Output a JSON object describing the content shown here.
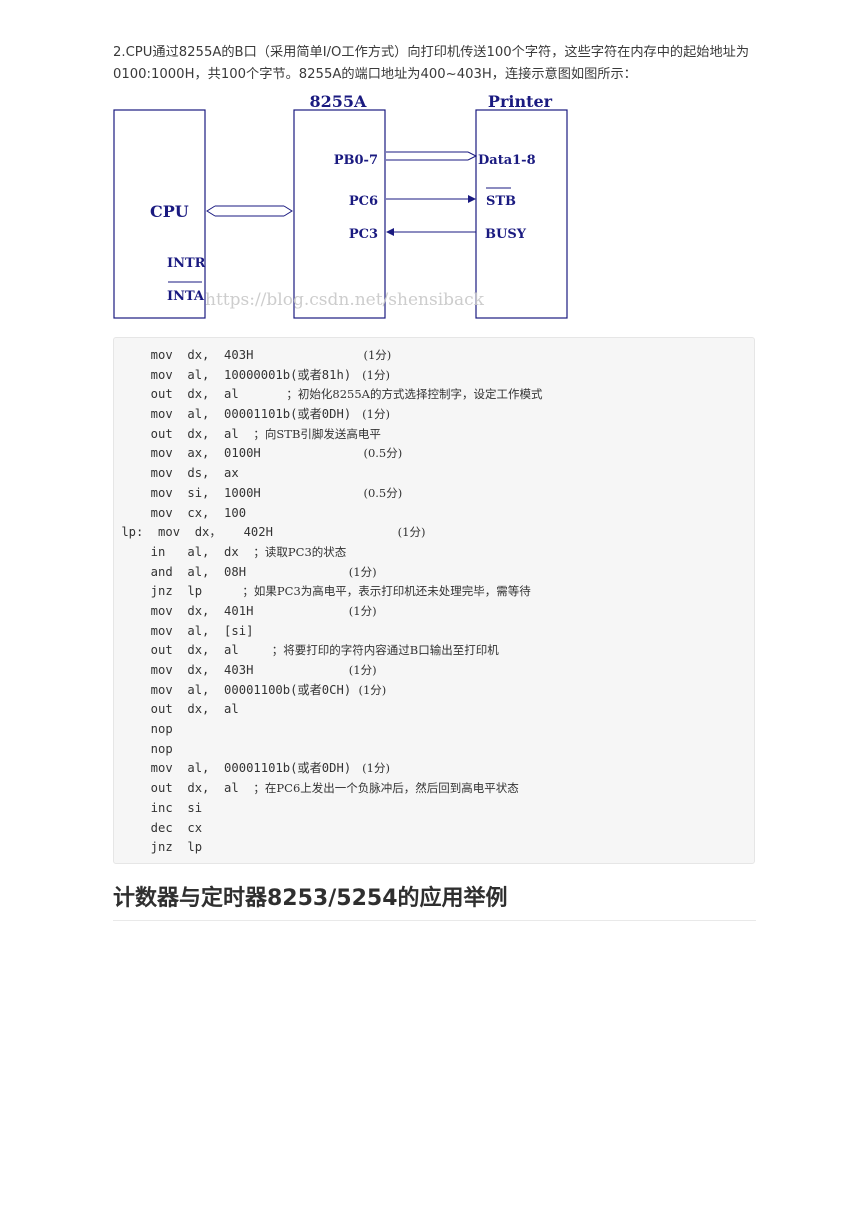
{
  "intro": {
    "text": "2.CPU通过8255A的B口（采用简单I/O工作方式）向打印机传送100个字符，这些字符在内存中的起始地址为0100:1000H，共100个字节。8255A的端口地址为400~403H，连接示意图如图所示："
  },
  "diagram": {
    "cpu_label": "CPU",
    "intr_label": "INTR",
    "inta_label": "INTA",
    "chip_title": "8255A",
    "pb_label": "PB0-7",
    "pc6_label": "PC6",
    "pc3_label": "PC3",
    "printer_title": "Printer",
    "data_label": "Data1-8",
    "stb_label": "STB",
    "busy_label": "BUSY",
    "watermark": "https://blog.csdn.net/shensiback",
    "line_color": "#1a1a80"
  },
  "code": {
    "lines": [
      {
        "code": "     mov  dx,  403H              ",
        "comment": "  (1分)"
      },
      {
        "code": "     mov  al,  10000001b(或者81h)",
        "comment": "   (1分)"
      },
      {
        "code": "     out  dx,  al      ",
        "comment": " ；初始化8255A的方式选择控制字，设定工作模式"
      },
      {
        "code": "     mov  al,  00001101b(或者0DH)",
        "comment": "   (1分)"
      },
      {
        "code": "     out  dx,  al  ",
        "comment": "；向STB引脚发送高电平"
      },
      {
        "code": "     mov  ax,  0100H             ",
        "comment": "  (0.5分)"
      },
      {
        "code": "     mov  ds,  ax",
        "comment": ""
      },
      {
        "code": "     mov  si,  1000H             ",
        "comment": "  (0.5分)"
      },
      {
        "code": "     mov  cx,  100",
        "comment": ""
      },
      {
        "code": " lp:  mov  dx，   402H                ",
        "comment": "  (1分)"
      },
      {
        "code": "     in   al,  dx  ",
        "comment": "；读取PC3的状态"
      },
      {
        "code": "     and  al,  08H             ",
        "comment": "  (1分)"
      },
      {
        "code": "     jnz  lp     ",
        "comment": " ；如果PC3为高电平，表示打印机还未处理完毕，需等待"
      },
      {
        "code": "     mov  dx,  401H            ",
        "comment": "  (1分)"
      },
      {
        "code": "     mov  al,  [si]",
        "comment": ""
      },
      {
        "code": "     out  dx,  al    ",
        "comment": " ；将要打印的字符内容通过B口输出至打印机"
      },
      {
        "code": "     mov  dx,  403H            ",
        "comment": "  (1分)"
      },
      {
        "code": "     mov  al,  00001100b(或者0CH)",
        "comment": "  (1分)"
      },
      {
        "code": "     out  dx,  al",
        "comment": ""
      },
      {
        "code": "     nop",
        "comment": ""
      },
      {
        "code": "     nop",
        "comment": ""
      },
      {
        "code": "     mov  al,  00001101b(或者0DH)",
        "comment": "   (1分)"
      },
      {
        "code": "     out  dx,  al  ",
        "comment": "；在PC6上发出一个负脉冲后，然后回到高电平状态"
      },
      {
        "code": "     inc  si",
        "comment": ""
      },
      {
        "code": "     dec  cx",
        "comment": ""
      },
      {
        "code": "     jnz  lp",
        "comment": ""
      }
    ]
  },
  "section": {
    "heading": "计数器与定时器8253/5254的应用举例"
  }
}
